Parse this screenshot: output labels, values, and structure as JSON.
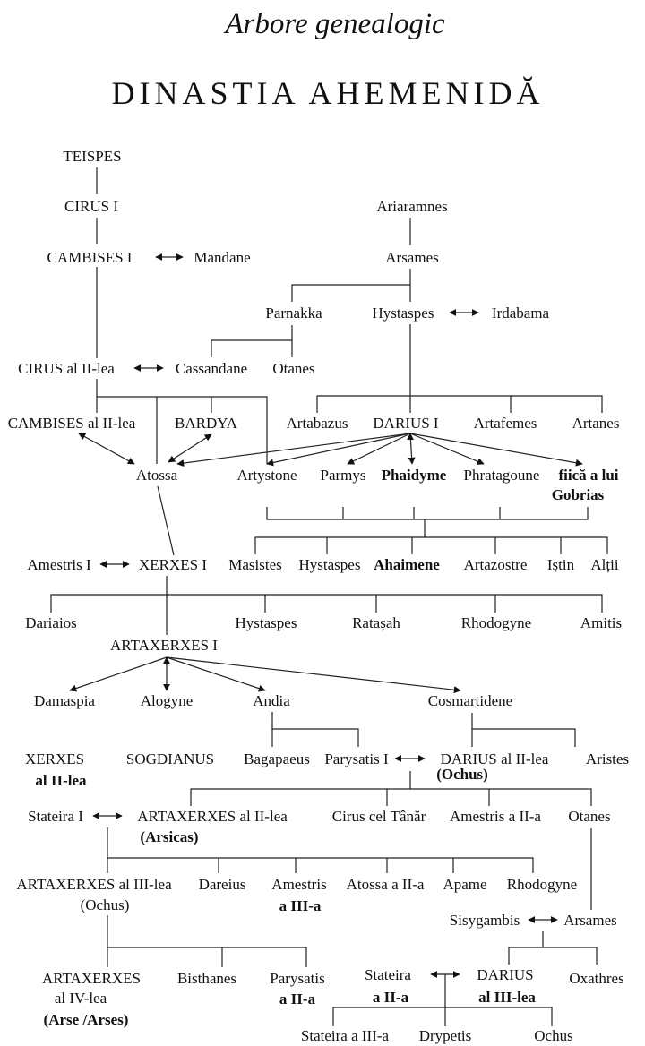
{
  "title": "Arbore genealogic",
  "subtitle": "DINASTIA AHEMENIDĂ",
  "nodes": {
    "teispes": "TEISPES",
    "cirus1": "CIRUS I",
    "cambises1": "CAMBISES I",
    "mandane": "Mandane",
    "ariaramnes": "Ariaramnes",
    "arsames1": "Arsames",
    "parnakka": "Parnakka",
    "hystaspes1": "Hystaspes",
    "irdabama": "Irdabama",
    "cirus2": "CIRUS al II-lea",
    "cassandane": "Cassandane",
    "otanes1": "Otanes",
    "cambises2": "CAMBISES al II-lea",
    "bardya": "BARDYA",
    "artabazus": "Artabazus",
    "darius1": "DARIUS I",
    "artafemes": "Artafemes",
    "artanes": "Artanes",
    "atossa": "Atossa",
    "artystone": "Artystone",
    "parmys": "Parmys",
    "phaidyme": "Phaidyme",
    "phratagoune": "Phratagoune",
    "gobrias_daughter_1": "fiică a lui",
    "gobrias_daughter_2": "Gobrias",
    "amestris1": "Amestris I",
    "xerxes1": "XERXES I",
    "masistes": "Masistes",
    "hystaspes2": "Hystaspes",
    "ahaimene": "Ahaimene",
    "artazostre": "Artazostre",
    "istin": "Iștin",
    "altii": "Alții",
    "dariaios": "Dariaios",
    "hystaspes3": "Hystaspes",
    "ratasah": "Ratașah",
    "rhodogyne1": "Rhodogyne",
    "amitis": "Amitis",
    "artaxerxes1": "ARTAXERXES I",
    "damaspia": "Damaspia",
    "alogyne": "Alogyne",
    "andia": "Andia",
    "cosmartidene": "Cosmartidene",
    "xerxes2_1": "XERXES",
    "xerxes2_2": "al II-lea",
    "sogdianus": "SOGDIANUS",
    "bagapaeus": "Bagapaeus",
    "parysatis1": "Parysatis I",
    "darius2_1": "DARIUS al II-lea",
    "darius2_2": "(Ochus)",
    "aristes": "Aristes",
    "stateira1": "Stateira I",
    "artaxerxes2_1": "ARTAXERXES al II-lea",
    "artaxerxes2_2": "(Arsicas)",
    "cirus_tanar": "Cirus cel Tânăr",
    "amestris2": "Amestris a II-a",
    "otanes2": "Otanes",
    "artaxerxes3_1": "ARTAXERXES al III-lea",
    "artaxerxes3_2": "(Ochus)",
    "dareius": "Dareius",
    "amestris3_1": "Amestris",
    "amestris3_2": "a III-a",
    "atossa2": "Atossa a II-a",
    "apame": "Apame",
    "rhodogyne2": "Rhodogyne",
    "sisygambis": "Sisygambis",
    "arsames2": "Arsames",
    "artaxerxes4_1": "ARTAXERXES",
    "artaxerxes4_2": "al IV-lea",
    "artaxerxes4_3": "(Arse /Arses)",
    "bisthanes": "Bisthanes",
    "parysatis2_1": "Parysatis",
    "parysatis2_2": "a II-a",
    "stateira2_1": "Stateira",
    "stateira2_2": "a II-a",
    "darius3_1": "DARIUS",
    "darius3_2": "al III-lea",
    "oxathres": "Oxathres",
    "stateira3": "Stateira a III-a",
    "drypetis": "Drypetis",
    "ochus": "Ochus"
  }
}
